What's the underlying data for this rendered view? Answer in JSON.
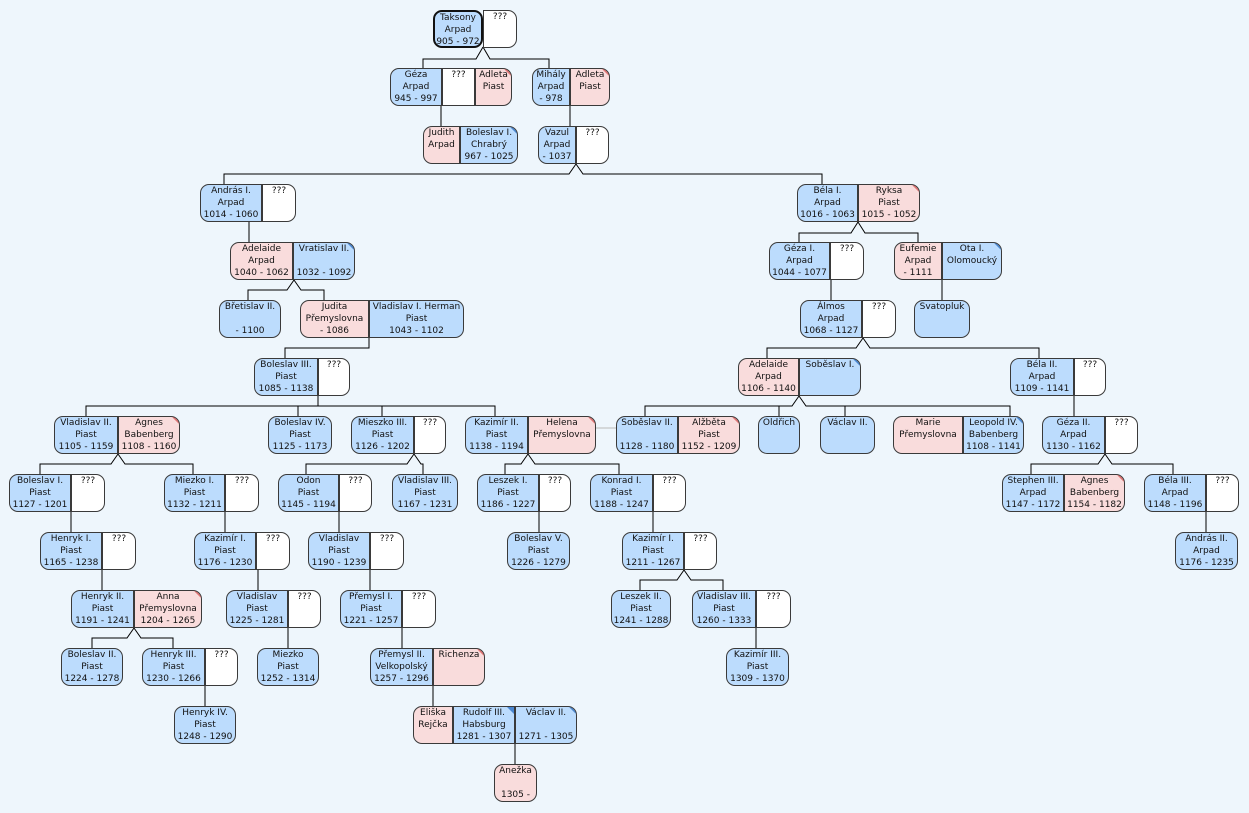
{
  "colors": {
    "male": "#bcdcfd",
    "female": "#f9dcdc",
    "unknown": "#ffffff",
    "line": "#000000",
    "background": "#eef6fc"
  },
  "boxes": [
    {
      "key": "taksony",
      "lines": [
        "Taksony",
        "Arpad",
        "905 - 972"
      ]
    },
    {
      "key": "taksony_sp",
      "lines": [
        "???"
      ]
    },
    {
      "key": "geza",
      "lines": [
        "Géza",
        "Arpad",
        "945 - 997"
      ]
    },
    {
      "key": "geza_sp",
      "lines": [
        "???"
      ]
    },
    {
      "key": "adleta1",
      "lines": [
        "Adleta",
        "Piast"
      ]
    },
    {
      "key": "mihaly",
      "lines": [
        "Mihály",
        "Arpad",
        "- 978"
      ]
    },
    {
      "key": "adleta2",
      "lines": [
        "Adleta",
        "Piast"
      ]
    },
    {
      "key": "judith",
      "lines": [
        "Judith",
        "Arpad"
      ]
    },
    {
      "key": "boleslav_chrabry",
      "lines": [
        "Boleslav I.",
        "Chrabrý",
        "967 - 1025"
      ]
    },
    {
      "key": "vazul",
      "lines": [
        "Vazul",
        "Arpad",
        "- 1037"
      ]
    },
    {
      "key": "vazul_sp",
      "lines": [
        "???"
      ]
    },
    {
      "key": "andras1",
      "lines": [
        "András I.",
        "Arpad",
        "1014 - 1060"
      ]
    },
    {
      "key": "andras1_sp",
      "lines": [
        "???"
      ]
    },
    {
      "key": "bela1",
      "lines": [
        "Béla I.",
        "Arpad",
        "1016 - 1063"
      ]
    },
    {
      "key": "ryksa",
      "lines": [
        "Ryksa",
        "Piast",
        "1015 - 1052"
      ]
    },
    {
      "key": "adelaide1",
      "lines": [
        "Adelaide",
        "Arpad",
        "1040 - 1062"
      ]
    },
    {
      "key": "vratislav",
      "lines": [
        "Vratislav II.",
        "",
        "1032 - 1092"
      ]
    },
    {
      "key": "geza1",
      "lines": [
        "Géza I.",
        "Arpad",
        "1044 - 1077"
      ]
    },
    {
      "key": "geza1_sp",
      "lines": [
        "???"
      ]
    },
    {
      "key": "eufemie",
      "lines": [
        "Eufemie",
        "Arpad",
        "- 1111"
      ]
    },
    {
      "key": "ota",
      "lines": [
        "Ota I.",
        "Olomoucký"
      ]
    },
    {
      "key": "bretislav",
      "lines": [
        "Břetislav II.",
        "",
        "- 1100"
      ]
    },
    {
      "key": "judita",
      "lines": [
        "Judita",
        "Přemyslovna",
        "- 1086"
      ]
    },
    {
      "key": "wladislav_herman",
      "lines": [
        "Vladislav I. Herman",
        "Piast",
        "1043 - 1102"
      ]
    },
    {
      "key": "almos",
      "lines": [
        "Álmos",
        "Arpad",
        "1068 - 1127"
      ]
    },
    {
      "key": "almos_sp",
      "lines": [
        "???"
      ]
    },
    {
      "key": "svatopluk",
      "lines": [
        "Svatopluk"
      ]
    },
    {
      "key": "boleslav3",
      "lines": [
        "Boleslav III.",
        "Piast",
        "1085 - 1138"
      ]
    },
    {
      "key": "boleslav3_sp",
      "lines": [
        "???"
      ]
    },
    {
      "key": "adelaide2",
      "lines": [
        "Adelaide",
        "Arpad",
        "1106 - 1140"
      ]
    },
    {
      "key": "sobeslav1",
      "lines": [
        "Soběslav I."
      ]
    },
    {
      "key": "bela2",
      "lines": [
        "Béla II.",
        "Arpad",
        "1109 - 1141"
      ]
    },
    {
      "key": "bela2_sp",
      "lines": [
        "???"
      ]
    },
    {
      "key": "vladislav2",
      "lines": [
        "Vladislav II.",
        "Piast",
        "1105 - 1159"
      ]
    },
    {
      "key": "agnes1",
      "lines": [
        "Agnes",
        "Babenberg",
        "1108 - 1160"
      ]
    },
    {
      "key": "boleslav4",
      "lines": [
        "Boleslav IV.",
        "Piast",
        "1125 - 1173"
      ]
    },
    {
      "key": "mieszko3",
      "lines": [
        "Mieszko III.",
        "Piast",
        "1126 - 1202"
      ]
    },
    {
      "key": "mieszko3_sp",
      "lines": [
        "???"
      ]
    },
    {
      "key": "kazimir2",
      "lines": [
        "Kazimír II.",
        "Piast",
        "1138 - 1194"
      ]
    },
    {
      "key": "helena",
      "lines": [
        "Helena",
        "Přemyslovna"
      ]
    },
    {
      "key": "sobeslav2",
      "lines": [
        "Soběslav II.",
        "",
        "1128 - 1180"
      ]
    },
    {
      "key": "alzbeta",
      "lines": [
        "Alžběta",
        "Piast",
        "1152 - 1209"
      ]
    },
    {
      "key": "oldrich",
      "lines": [
        "Oldřich"
      ]
    },
    {
      "key": "vaclav2a",
      "lines": [
        "Václav II."
      ]
    },
    {
      "key": "marie",
      "lines": [
        "Marie",
        "Přemyslovna"
      ]
    },
    {
      "key": "leopold",
      "lines": [
        "Leopold IV.",
        "Babenberg",
        "1108 - 1141"
      ]
    },
    {
      "key": "geza2",
      "lines": [
        "Géza II.",
        "Arpad",
        "1130 - 1162"
      ]
    },
    {
      "key": "geza2_sp",
      "lines": [
        "???"
      ]
    },
    {
      "key": "boleslav1",
      "lines": [
        "Boleslav I.",
        "Piast",
        "1127 - 1201"
      ]
    },
    {
      "key": "boleslav1_sp",
      "lines": [
        "???"
      ]
    },
    {
      "key": "miezko1",
      "lines": [
        "Miezko I.",
        "Piast",
        "1132 - 1211"
      ]
    },
    {
      "key": "miezko1_sp",
      "lines": [
        "???"
      ]
    },
    {
      "key": "odon",
      "lines": [
        "Odon",
        "Piast",
        "1145 - 1194"
      ]
    },
    {
      "key": "odon_sp",
      "lines": [
        "???"
      ]
    },
    {
      "key": "vladislav3",
      "lines": [
        "Vladislav III.",
        "Piast",
        "1167 - 1231"
      ]
    },
    {
      "key": "leszek1",
      "lines": [
        "Leszek I.",
        "Piast",
        "1186 - 1227"
      ]
    },
    {
      "key": "leszek1_sp",
      "lines": [
        "???"
      ]
    },
    {
      "key": "konrad1",
      "lines": [
        "Konrad I.",
        "Piast",
        "1188 - 1247"
      ]
    },
    {
      "key": "konrad1_sp",
      "lines": [
        "???"
      ]
    },
    {
      "key": "stephen3",
      "lines": [
        "Stephen III.",
        "Arpad",
        "1147 - 1172"
      ]
    },
    {
      "key": "agnes2",
      "lines": [
        "Agnes",
        "Babenberg",
        "1154 - 1182"
      ]
    },
    {
      "key": "bela3",
      "lines": [
        "Béla III.",
        "Arpad",
        "1148 - 1196"
      ]
    },
    {
      "key": "bela3_sp",
      "lines": [
        "???"
      ]
    },
    {
      "key": "henryk1",
      "lines": [
        "Henryk I.",
        "Piast",
        "1165 - 1238"
      ]
    },
    {
      "key": "henryk1_sp",
      "lines": [
        "???"
      ]
    },
    {
      "key": "kazimir1a",
      "lines": [
        "Kazimír I.",
        "Piast",
        "1176 - 1230"
      ]
    },
    {
      "key": "kazimir1a_sp",
      "lines": [
        "???"
      ]
    },
    {
      "key": "vladislav_o",
      "lines": [
        "Vladislav",
        "Piast",
        "1190 - 1239"
      ]
    },
    {
      "key": "vladislav_o_sp",
      "lines": [
        "???"
      ]
    },
    {
      "key": "boleslav5",
      "lines": [
        "Boleslav V.",
        "Piast",
        "1226 - 1279"
      ]
    },
    {
      "key": "kazimir1b",
      "lines": [
        "Kazimír I.",
        "Piast",
        "1211 - 1267"
      ]
    },
    {
      "key": "kazimir1b_sp",
      "lines": [
        "???"
      ]
    },
    {
      "key": "andras2",
      "lines": [
        "András II.",
        "Arpad",
        "1176 - 1235"
      ]
    },
    {
      "key": "henryk2",
      "lines": [
        "Henryk II.",
        "Piast",
        "1191 - 1241"
      ]
    },
    {
      "key": "anna",
      "lines": [
        "Anna",
        "Přemyslovna",
        "1204 - 1265"
      ]
    },
    {
      "key": "vladislav_k",
      "lines": [
        "Vladislav",
        "Piast",
        "1225 - 1281"
      ]
    },
    {
      "key": "vladislav_k_sp",
      "lines": [
        "???"
      ]
    },
    {
      "key": "premysl1",
      "lines": [
        "Přemysl I.",
        "Piast",
        "1221 - 1257"
      ]
    },
    {
      "key": "premysl1_sp",
      "lines": [
        "???"
      ]
    },
    {
      "key": "leszek2",
      "lines": [
        "Leszek II.",
        "Piast",
        "1241 - 1288"
      ]
    },
    {
      "key": "vladislav3b",
      "lines": [
        "Vladislav III.",
        "Piast",
        "1260 - 1333"
      ]
    },
    {
      "key": "vladislav3b_sp",
      "lines": [
        "???"
      ]
    },
    {
      "key": "boleslav2",
      "lines": [
        "Boleslav II.",
        "Piast",
        "1224 - 1278"
      ]
    },
    {
      "key": "henryk3",
      "lines": [
        "Henryk III.",
        "Piast",
        "1230 - 1266"
      ]
    },
    {
      "key": "henryk3_sp",
      "lines": [
        "???"
      ]
    },
    {
      "key": "miezko",
      "lines": [
        "Miezko",
        "Piast",
        "1252 - 1314"
      ]
    },
    {
      "key": "premysl2",
      "lines": [
        "Přemysl II.",
        "Velkopolský",
        "1257 - 1296"
      ]
    },
    {
      "key": "richenza",
      "lines": [
        "Richenza"
      ]
    },
    {
      "key": "kazimir3",
      "lines": [
        "Kazimír III.",
        "Piast",
        "1309 - 1370"
      ]
    },
    {
      "key": "henryk4",
      "lines": [
        "Henryk IV.",
        "Piast",
        "1248 - 1290"
      ]
    },
    {
      "key": "eliska",
      "lines": [
        "Eliška",
        "Rejčka"
      ]
    },
    {
      "key": "rudolf",
      "lines": [
        "Rudolf III.",
        "Habsburg",
        "1281 - 1307"
      ]
    },
    {
      "key": "vaclav2b",
      "lines": [
        "Václav II.",
        "",
        "1271 - 1305"
      ]
    },
    {
      "key": "anezka",
      "lines": [
        "Anežka",
        "",
        "1305 -"
      ]
    }
  ]
}
